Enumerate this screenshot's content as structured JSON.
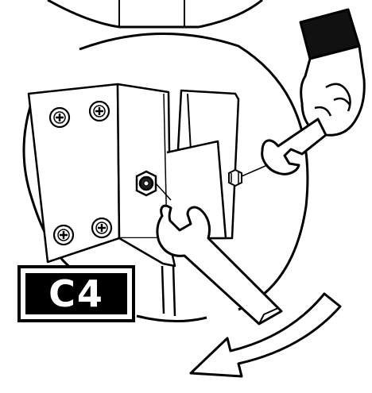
{
  "figure": {
    "step_label": "C4",
    "line_color": "#000000",
    "background": "#ffffff",
    "parts": [
      "top-detail-circle",
      "zoom-detail-circle",
      "mounting-bracket",
      "screw-icon",
      "hex-nut",
      "open-end-wrench",
      "gloved-hand-holding-wrench",
      "rotation-arrow"
    ]
  }
}
